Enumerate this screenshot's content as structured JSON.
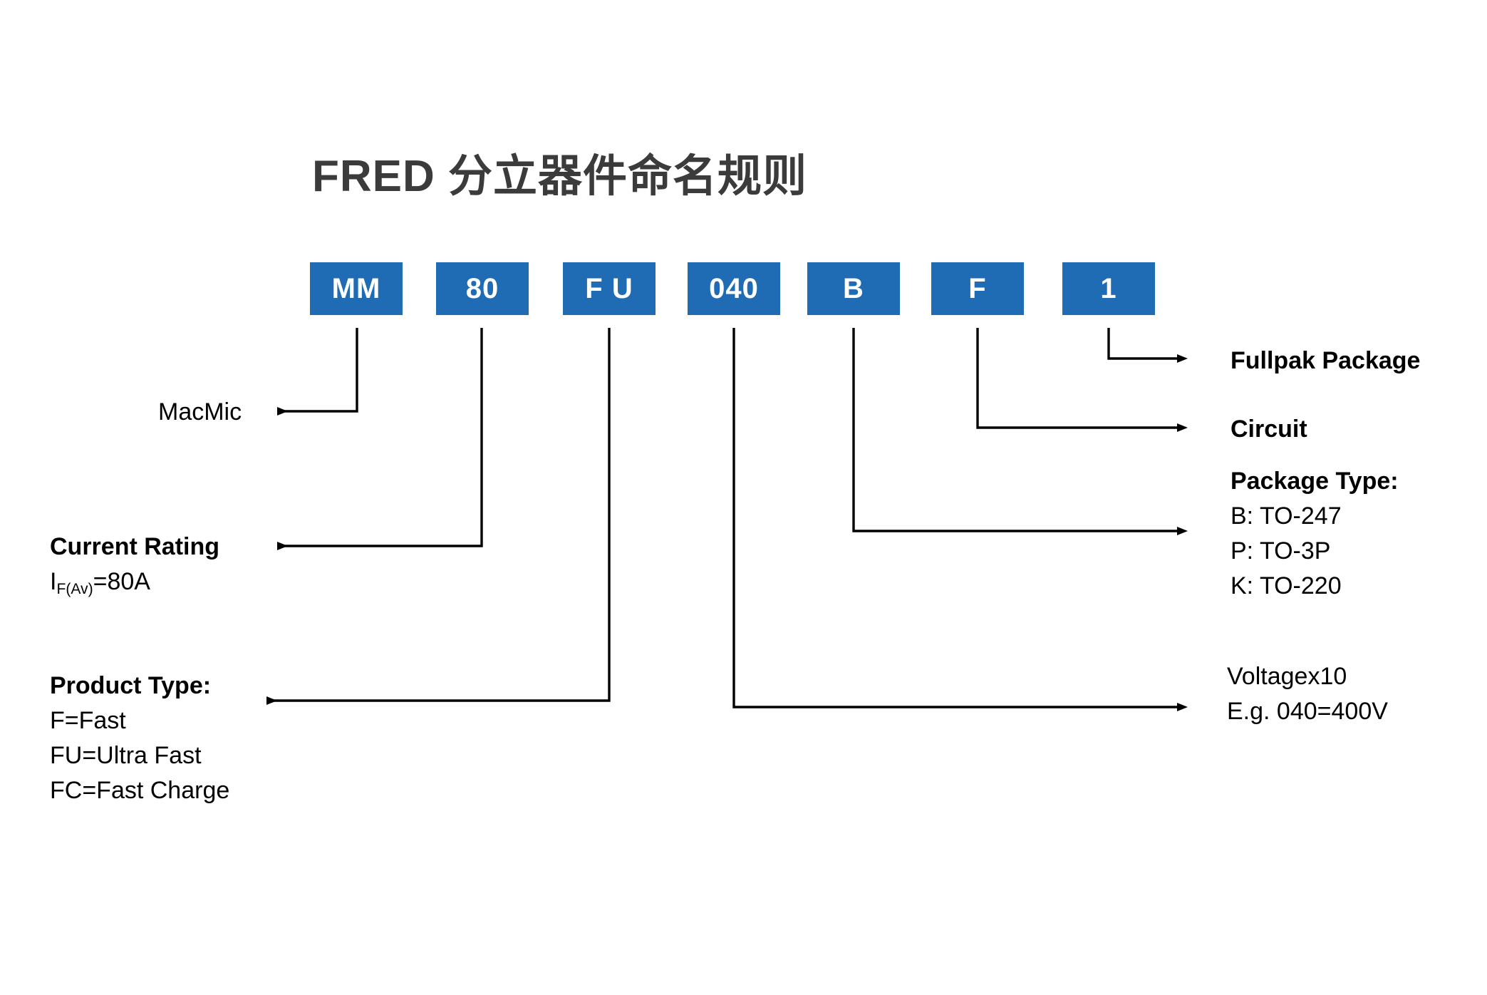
{
  "page": {
    "title": "FRED 分立器件命名规则",
    "background": "#ffffff",
    "box_color": "#1f6cb4",
    "text_color": "#000000",
    "title_color": "#3b3b3b"
  },
  "part_code": {
    "segments": [
      {
        "id": "manufacturer",
        "text": "MM"
      },
      {
        "id": "current",
        "text": "80"
      },
      {
        "id": "product-type",
        "text": "F U"
      },
      {
        "id": "voltage",
        "text": "040"
      },
      {
        "id": "package-type",
        "text": "B"
      },
      {
        "id": "circuit",
        "text": "F"
      },
      {
        "id": "fullpak",
        "text": "1"
      }
    ]
  },
  "callouts": {
    "manufacturer": {
      "heading": "MacMic",
      "heading_bold": false,
      "lines": []
    },
    "current_rating": {
      "heading": "Current Rating",
      "heading_bold": true,
      "formula_prefix": "I",
      "formula_sub": "F(Av)",
      "formula_suffix": "=80A"
    },
    "product_type": {
      "heading": "Product Type:",
      "heading_bold": true,
      "lines": [
        "F=Fast",
        "FU=Ultra Fast",
        "FC=Fast Charge"
      ]
    },
    "voltage": {
      "heading": "Voltagex10",
      "heading_bold": false,
      "lines": [
        "E.g. 040=400V"
      ]
    },
    "package_type": {
      "heading": "Package Type:",
      "heading_bold": true,
      "lines": [
        "B: TO-247",
        "P: TO-3P",
        "K: TO-220"
      ]
    },
    "circuit": {
      "heading": "Circuit",
      "heading_bold": true,
      "lines": []
    },
    "fullpak": {
      "heading": "Fullpak Package",
      "heading_bold": true,
      "lines": []
    }
  }
}
